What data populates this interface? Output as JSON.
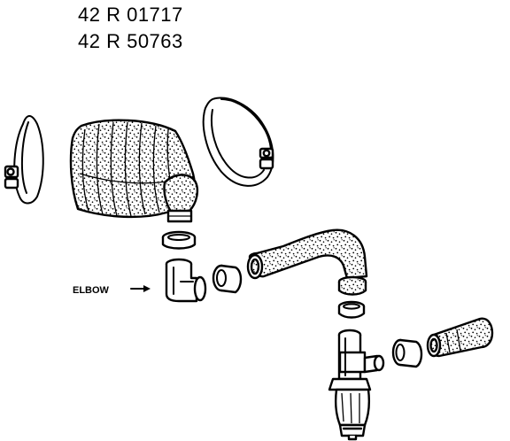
{
  "part_numbers": [
    "42 R 01717",
    "42 R 50763"
  ],
  "labels": {
    "elbow": "ELBOW"
  },
  "colors": {
    "ink": "#000000",
    "paper": "#ffffff"
  },
  "icons": {
    "elbow_pointer": "arrow-right-icon"
  }
}
